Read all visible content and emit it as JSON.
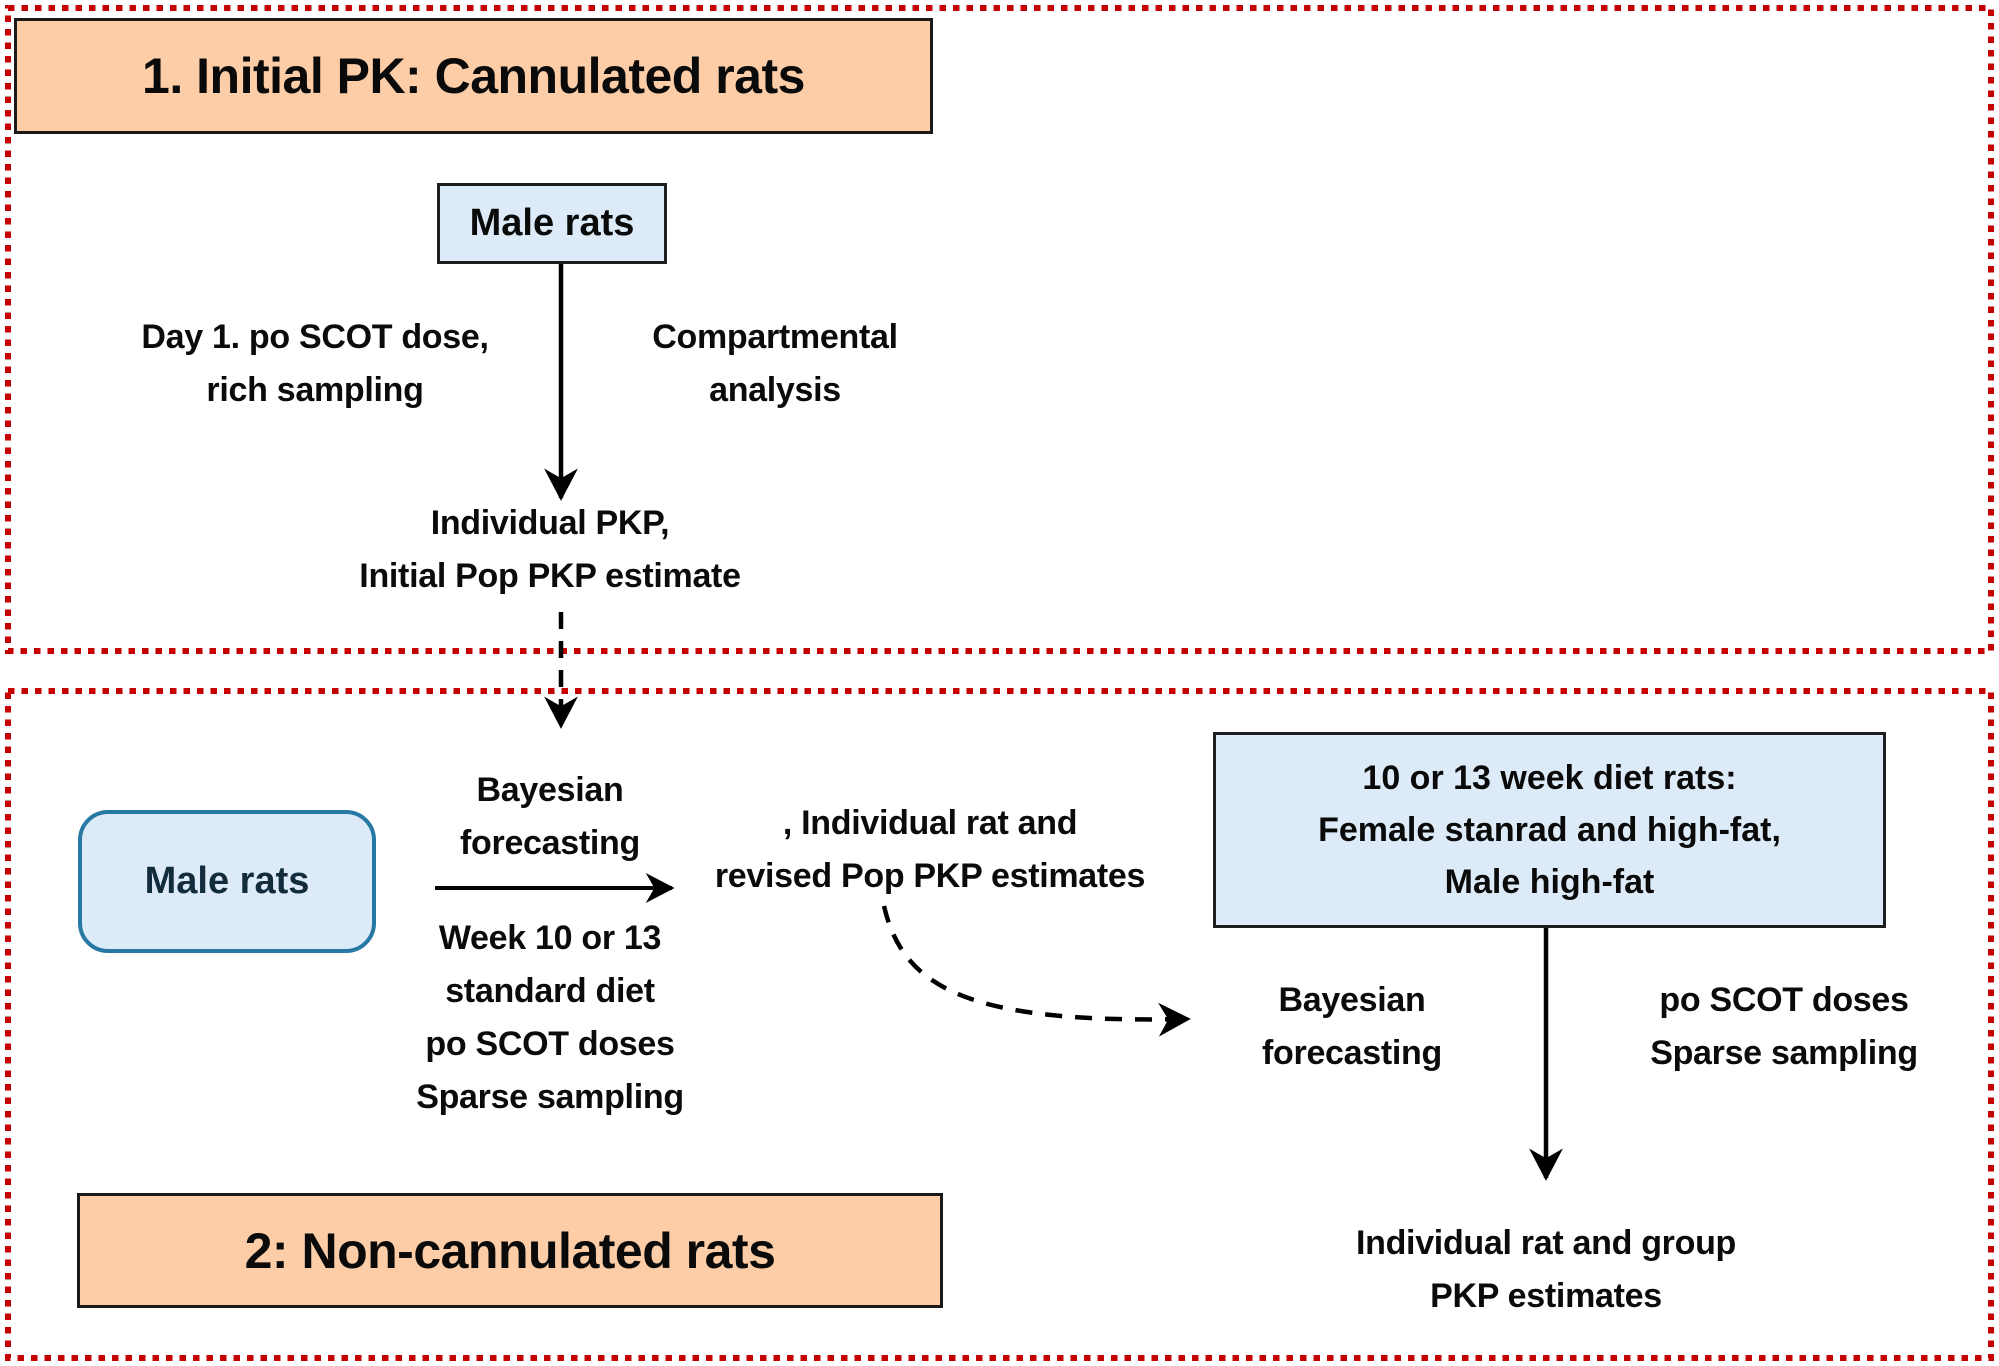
{
  "palette": {
    "section_border_red": "#c40000",
    "header_box_fill": "#fccda6",
    "node_box_fill": "#dcebf7",
    "node_box_border": "#1f1f1f",
    "rounded_node_border": "#2878a4",
    "arrow_color": "#000000",
    "text_color": "#0a0a0a"
  },
  "section1": {
    "header": "1. Initial PK: Cannulated rats",
    "male_rats_box": "Male rats",
    "left_label": {
      "line1": "Day 1. po SCOT dose,",
      "line2": "rich sampling"
    },
    "right_label": {
      "line1": "Compartmental",
      "line2": "analysis"
    },
    "result_label": {
      "line1": "Individual PKP,",
      "line2": "Initial Pop PKP estimate"
    }
  },
  "section2": {
    "header": "2: Non-cannulated rats",
    "male_rats_box": "Male rats",
    "bayesian_label_left": {
      "line1": "Bayesian",
      "line2": "forecasting"
    },
    "week_label": {
      "line1": "Week 10 or 13",
      "line2": "standard diet",
      "line3": "po SCOT doses",
      "line4": "Sparse sampling"
    },
    "revised_label": {
      "line1": ", Individual rat and",
      "line2": "revised Pop PKP estimates"
    },
    "diet_box": {
      "line1": "10 or 13 week diet rats:",
      "line2": "Female stanrad and high-fat,",
      "line3": "Male high-fat"
    },
    "bayesian_label_right": {
      "line1": "Bayesian",
      "line2": "forecasting"
    },
    "dose_label": {
      "line1": "po SCOT doses",
      "line2": "Sparse sampling"
    },
    "result_label": {
      "line1": "Individual rat and group",
      "line2": "PKP estimates"
    }
  }
}
